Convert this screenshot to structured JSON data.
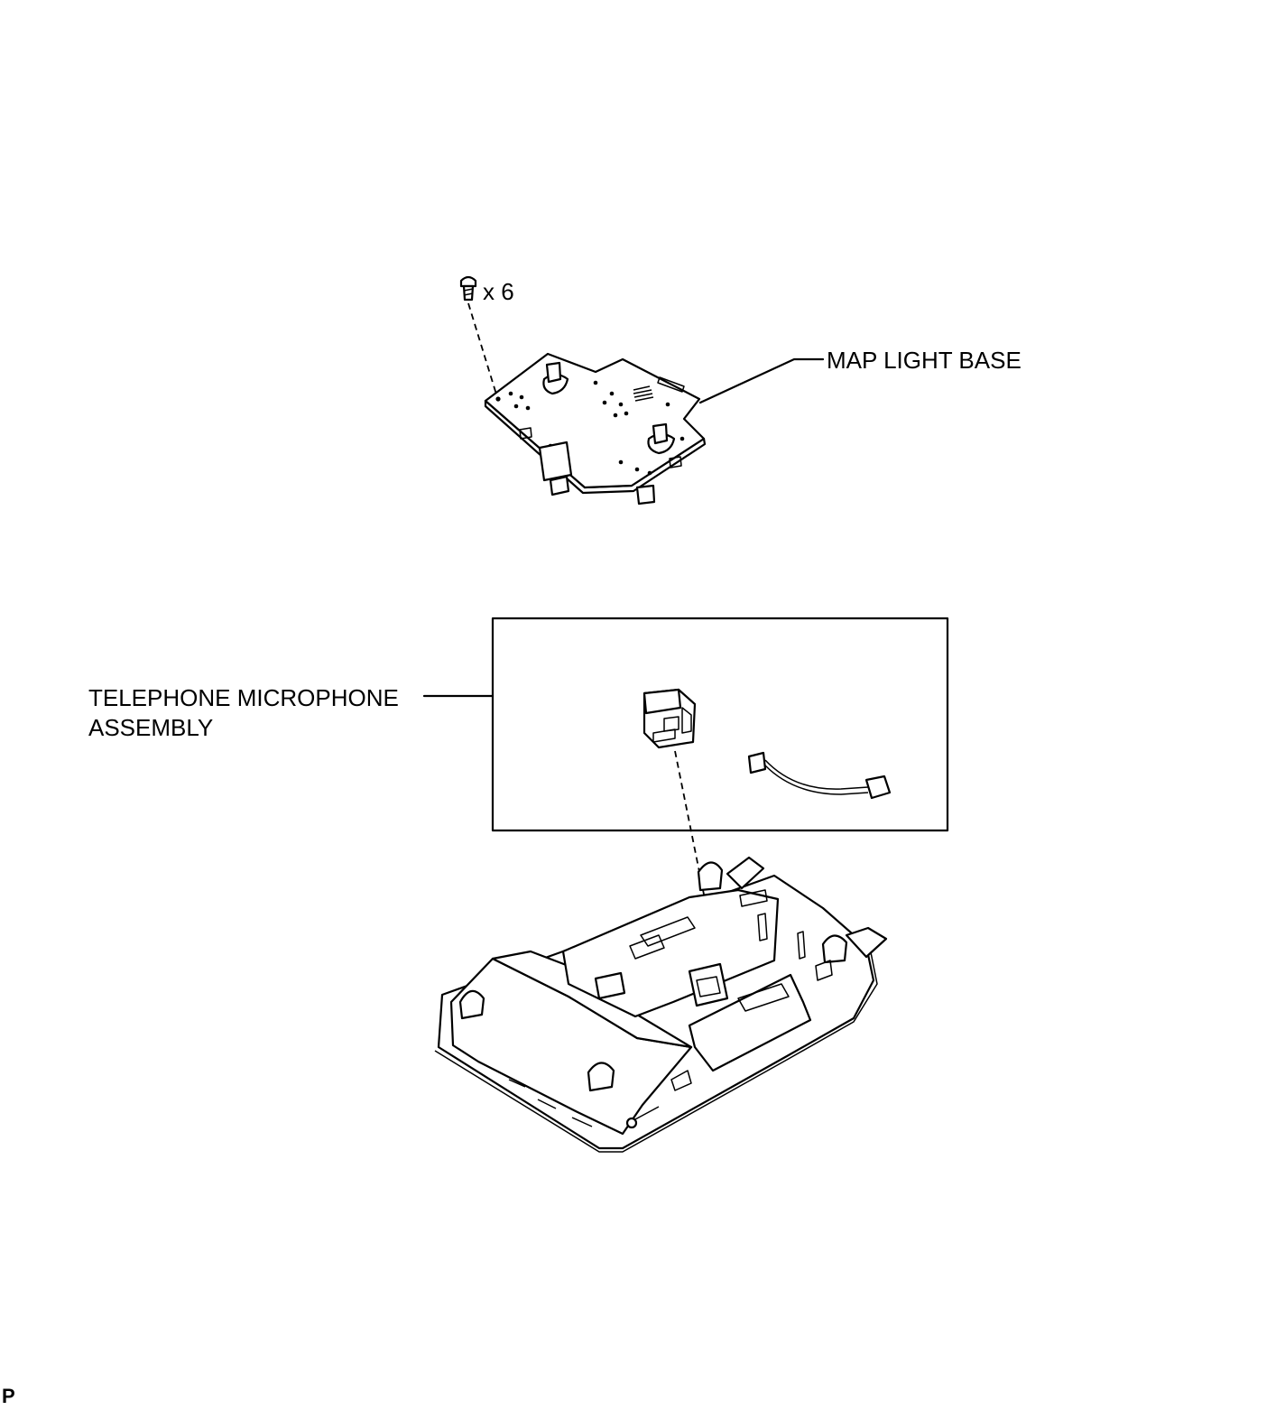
{
  "labels": {
    "screw_qty": "x 6",
    "map_light_base": "MAP LIGHT BASE",
    "telephone_mic_line1": "TELEPHONE MICROPHONE",
    "telephone_mic_line2": "ASSEMBLY",
    "corner_mark": "P"
  },
  "colors": {
    "ink": "#000000",
    "paper": "#ffffff"
  }
}
